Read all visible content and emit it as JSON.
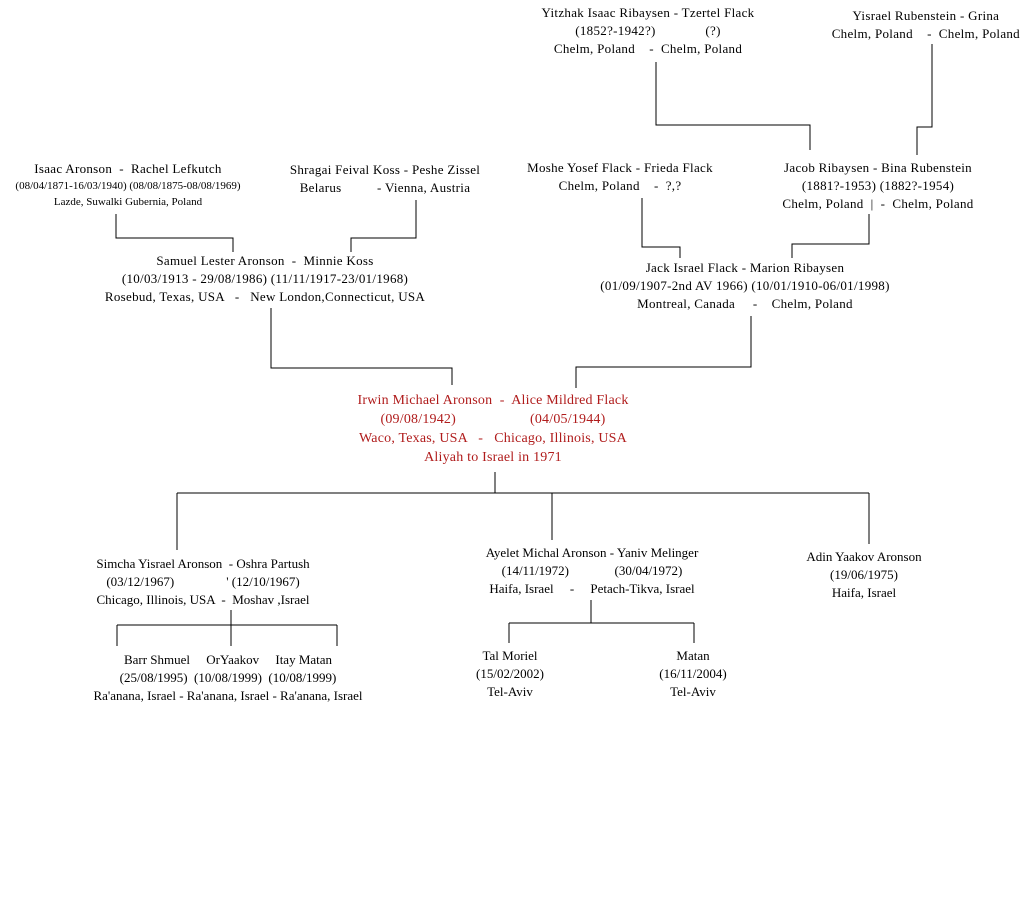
{
  "people": {
    "yitzhak": {
      "lines": [
        "Yitzhak Isaac Ribaysen - Tzertel Flack",
        "(1852?-1942?)              (?)",
        "Chelm, Poland    -  Chelm, Poland"
      ]
    },
    "yisrael": {
      "lines": [
        "Yisrael Rubenstein - Grina",
        "Chelm, Poland    -  Chelm, Poland"
      ]
    },
    "isaac": {
      "lines": [
        "Isaac Aronson  -  Rachel Lefkutch",
        "(08/04/1871-16/03/1940) (08/08/1875-08/08/1969)",
        "Lazde, Suwalki Gubernia, Poland"
      ]
    },
    "shragai": {
      "lines": [
        "Shragai Feival Koss - Peshe Zissel",
        "Belarus          - Vienna, Austria"
      ]
    },
    "moshe": {
      "lines": [
        "Moshe Yosef Flack - Frieda Flack",
        "Chelm, Poland    -  ?,?"
      ]
    },
    "jacob": {
      "lines": [
        "Jacob Ribaysen - Bina Rubenstein",
        "(1881?-1953) (1882?-1954)",
        "Chelm, Poland  |  -  Chelm, Poland"
      ]
    },
    "samuel": {
      "lines": [
        "Samuel Lester Aronson  -  Minnie Koss",
        "(10/03/1913 - 29/08/1986) (11/11/1917-23/01/1968)",
        "Rosebud, Texas, USA   -   New London,Connecticut, USA"
      ]
    },
    "jack": {
      "lines": [
        "Jack Israel Flack - Marion Ribaysen",
        "(01/09/1907-2nd AV 1966) (10/01/1910-06/01/1998)",
        "Montreal, Canada     -    Chelm, Poland"
      ]
    },
    "irwin": {
      "lines": [
        "Irwin Michael Aronson  -  Alice Mildred Flack",
        "(09/08/1942)                    (04/05/1944)",
        "Waco, Texas, USA   -   Chicago, Illinois, USA",
        "Aliyah to Israel in 1971"
      ]
    },
    "simcha": {
      "lines": [
        "Simcha Yisrael Aronson  - Oshra Partush",
        "(03/12/1967)                ' (12/10/1967)",
        "Chicago, Illinois, USA  -  Moshav ,Israel"
      ]
    },
    "ayelet": {
      "lines": [
        "Ayelet Michal Aronson - Yaniv Melinger",
        "(14/11/1972)              (30/04/1972)",
        "Haifa, Israel     -     Petach-Tikva, Israel"
      ]
    },
    "adin": {
      "lines": [
        "Adin Yaakov Aronson",
        "(19/06/1975)",
        "Haifa, Israel"
      ]
    },
    "simcha_children": {
      "lines": [
        "Barr Shmuel     OrYaakov     Itay Matan",
        "(25/08/1995)  (10/08/1999)  (10/08/1999)",
        "Ra'anana, Israel - Ra'anana, Israel - Ra'anana, Israel"
      ]
    },
    "tal": {
      "lines": [
        "Tal Moriel",
        "(15/02/2002)",
        "Tel-Aviv"
      ]
    },
    "matan": {
      "lines": [
        "Matan",
        "(16/11/2004)",
        "Tel-Aviv"
      ]
    }
  },
  "colors": {
    "highlight": "#b01c1c",
    "line": "#000000"
  }
}
